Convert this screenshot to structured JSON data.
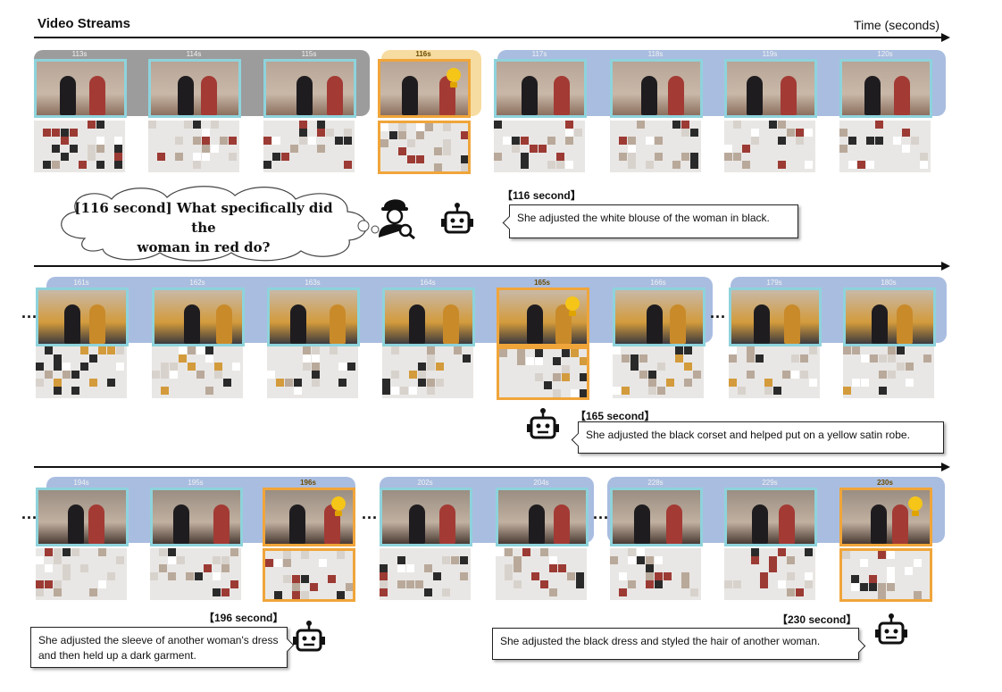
{
  "header": {
    "title": "Video Streams",
    "time_label": "Time (seconds)"
  },
  "rows": [
    {
      "frames": [
        {
          "t": "113s",
          "hl": false
        },
        {
          "t": "114s",
          "hl": false
        },
        {
          "t": "115s",
          "hl": false
        },
        {
          "t": "116s",
          "hl": true
        },
        {
          "t": "117s",
          "hl": false
        },
        {
          "t": "118s",
          "hl": false
        },
        {
          "t": "119s",
          "hl": false
        },
        {
          "t": "120s",
          "hl": false
        }
      ]
    },
    {
      "frames": [
        {
          "t": "161s",
          "hl": false
        },
        {
          "t": "162s",
          "hl": false
        },
        {
          "t": "163s",
          "hl": false
        },
        {
          "t": "164s",
          "hl": false
        },
        {
          "t": "165s",
          "hl": true
        },
        {
          "t": "166s",
          "hl": false
        },
        {
          "t": "179s",
          "hl": false
        },
        {
          "t": "180s",
          "hl": false
        }
      ]
    },
    {
      "frames": [
        {
          "t": "194s",
          "hl": false
        },
        {
          "t": "195s",
          "hl": false
        },
        {
          "t": "196s",
          "hl": true
        },
        {
          "t": "202s",
          "hl": false
        },
        {
          "t": "204s",
          "hl": false
        },
        {
          "t": "228s",
          "hl": false
        },
        {
          "t": "229s",
          "hl": false
        },
        {
          "t": "230s",
          "hl": true
        }
      ]
    }
  ],
  "question": {
    "line1": "[116 second] What specifically did the",
    "line2": "woman in red do?"
  },
  "answers": [
    {
      "label": "【116 second】",
      "text": "She adjusted the white blouse of the woman in black."
    },
    {
      "label": "【165 second】",
      "text": "She adjusted the black corset and helped put on a yellow satin robe."
    },
    {
      "label": "【196 second】",
      "text": "She adjusted the sleeve of another woman's dress and then held up a dark garment."
    },
    {
      "label": "【230 second】",
      "text": "She adjusted the black dress and styled the hair of another woman."
    }
  ],
  "ellipsis": "...",
  "colors": {
    "frame_border": "#8ed3dc",
    "highlight_border": "#f0a53a",
    "band_blue": "#a9bde0",
    "band_gray": "#9c9c9c",
    "band_gold": "#f6dca0"
  }
}
